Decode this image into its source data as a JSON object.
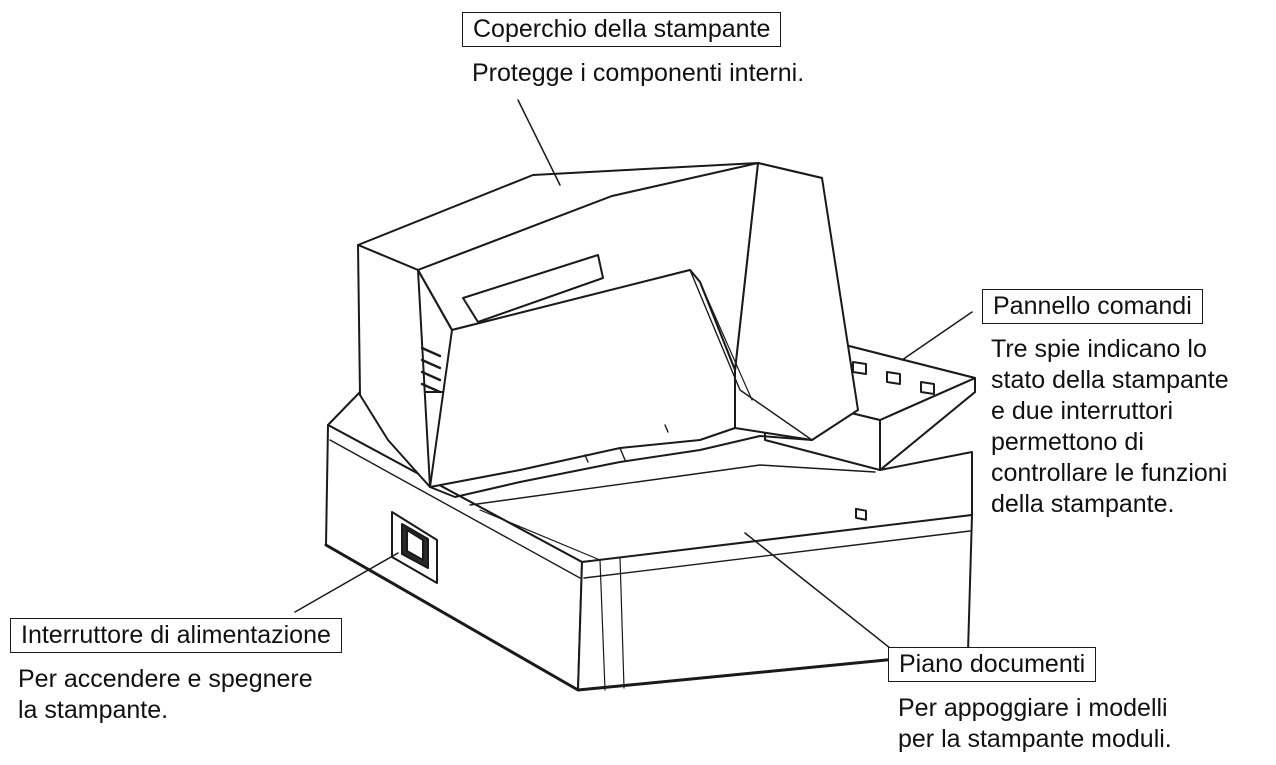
{
  "callouts": {
    "printer_cover": {
      "title": "Coperchio della stampante",
      "lines": [
        "Protegge i componenti interni."
      ]
    },
    "control_panel": {
      "title": "Pannello comandi",
      "lines": [
        "Tre spie indicano lo",
        "stato della stampante",
        "e due interruttori",
        "permettono di",
        "controllare le funzioni",
        "della stampante."
      ]
    },
    "power_switch": {
      "title": "Interruttore di alimentazione",
      "lines": [
        "Per accendere e spegnere",
        "la stampante."
      ]
    },
    "document_table": {
      "title": "Piano documenti",
      "lines": [
        "Per appoggiare i modelli",
        "per la stampante moduli."
      ]
    }
  },
  "colors": {
    "line": "#1a1a1a",
    "background": "#ffffff"
  }
}
